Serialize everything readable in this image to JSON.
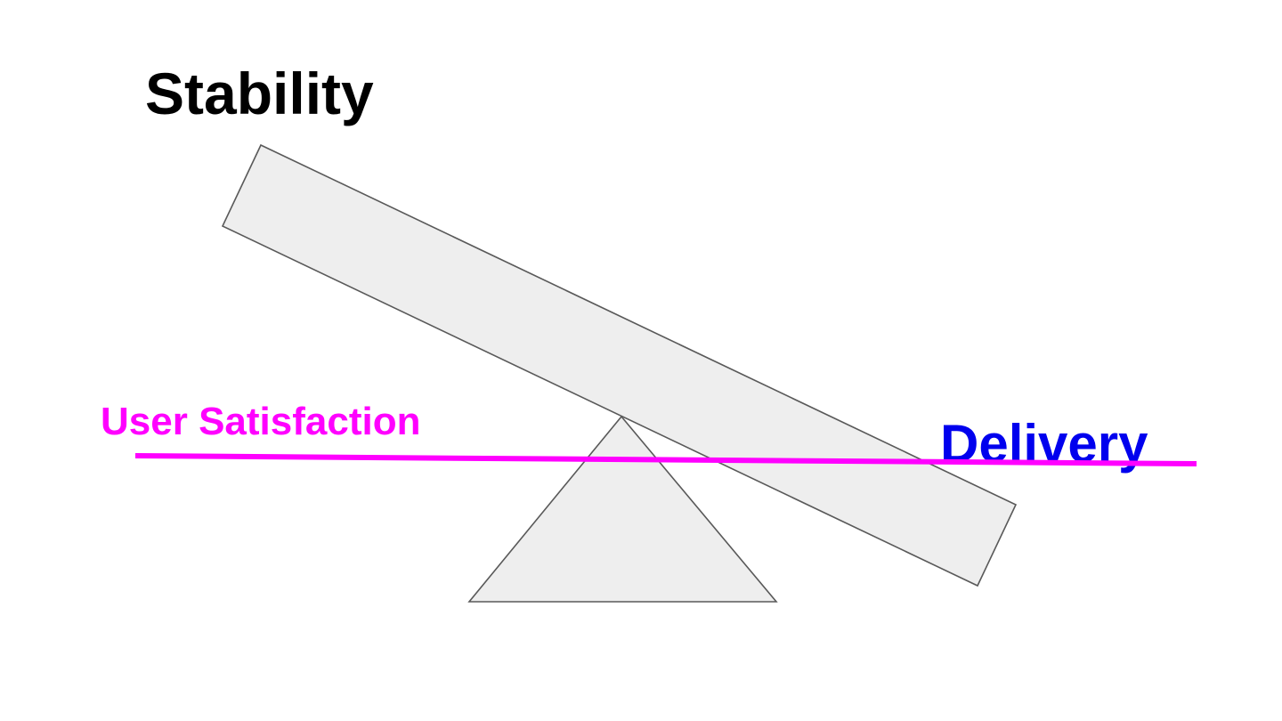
{
  "labels": {
    "stability": "Stability",
    "user_satisfaction": "User Satisfaction",
    "delivery": "Delivery"
  },
  "colors": {
    "stability_text": "#000000",
    "user_satisfaction_text": "#ff00ff",
    "user_satisfaction_line": "#ff00ff",
    "delivery_text": "#0000ee",
    "shape_fill": "#eeeeee",
    "shape_stroke": "#595959"
  }
}
